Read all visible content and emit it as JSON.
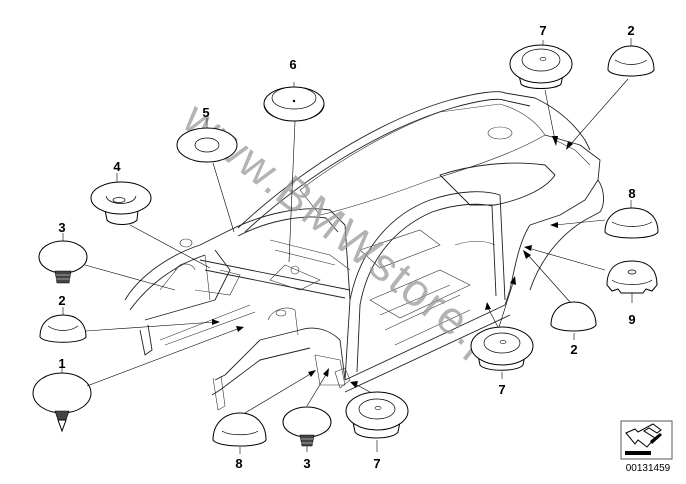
{
  "diagram": {
    "title": "Body plugs and grommets",
    "watermark": "www.BMWstore.pl",
    "reference_code": "00131459",
    "reference_icon": "direction-arrow-icon",
    "callouts": [
      {
        "id": "c1",
        "label": "1",
        "part": "plug-with-clip"
      },
      {
        "id": "c2a",
        "label": "2",
        "part": "dome-cap"
      },
      {
        "id": "c3a",
        "label": "3",
        "part": "plug-with-clip"
      },
      {
        "id": "c4",
        "label": "4",
        "part": "grommet-flanged"
      },
      {
        "id": "c5",
        "label": "5",
        "part": "flat-washer"
      },
      {
        "id": "c6",
        "label": "6",
        "part": "cup-grommet"
      },
      {
        "id": "c7a",
        "label": "7",
        "part": "stepped-grommet"
      },
      {
        "id": "c2b",
        "label": "2",
        "part": "dome-cap"
      },
      {
        "id": "c8a",
        "label": "8",
        "part": "dome-cap"
      },
      {
        "id": "c9",
        "label": "9",
        "part": "notched-cap"
      },
      {
        "id": "c2c",
        "label": "2",
        "part": "dome-cap"
      },
      {
        "id": "c7b",
        "label": "7",
        "part": "stepped-grommet"
      },
      {
        "id": "c7c",
        "label": "7",
        "part": "stepped-grommet"
      },
      {
        "id": "c3b",
        "label": "3",
        "part": "plug-with-clip"
      },
      {
        "id": "c8b",
        "label": "8",
        "part": "dome-cap"
      }
    ]
  }
}
